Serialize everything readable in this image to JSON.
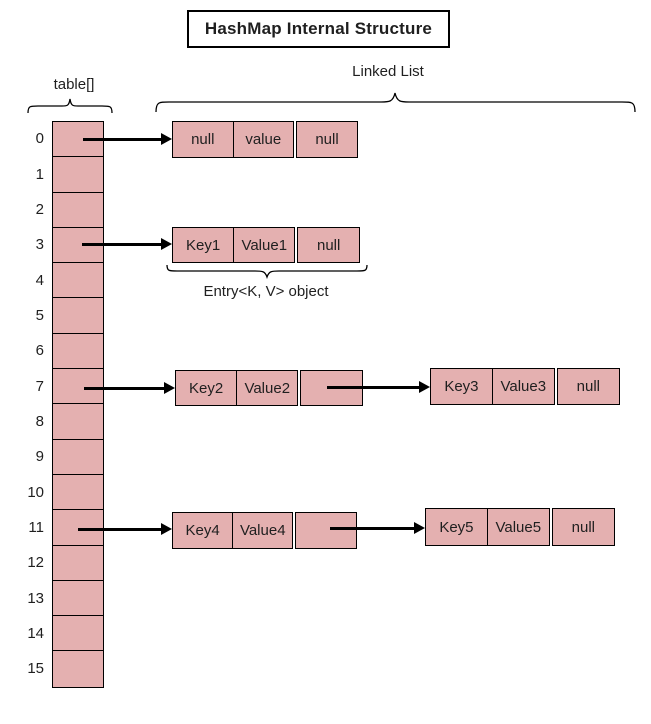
{
  "title": "HashMap Internal Structure",
  "labels": {
    "table": "table[]",
    "linked_list": "Linked List",
    "entry": "Entry<K, V> object"
  },
  "array": {
    "indices": [
      "0",
      "1",
      "2",
      "3",
      "4",
      "5",
      "6",
      "7",
      "8",
      "9",
      "10",
      "11",
      "12",
      "13",
      "14",
      "15"
    ]
  },
  "nodes": [
    {
      "bucket": 0,
      "cells": [
        "null",
        "value",
        "null"
      ]
    },
    {
      "bucket": 3,
      "cells": [
        "Key1",
        "Value1",
        "null"
      ]
    },
    {
      "bucket": 7,
      "cells": [
        "Key2",
        "Value2",
        ""
      ]
    },
    {
      "bucket": 7,
      "cells": [
        "Key3",
        "Value3",
        "null"
      ]
    },
    {
      "bucket": 11,
      "cells": [
        "Key4",
        "Value4",
        ""
      ]
    },
    {
      "bucket": 11,
      "cells": [
        "Key5",
        "Value5",
        "null"
      ]
    }
  ],
  "linked_buckets": [
    0,
    3,
    7,
    11
  ],
  "colors": {
    "cell_fill": "#E4B0B0",
    "border": "#000000",
    "text": "#1F1F1F",
    "background": "#FFFFFF"
  }
}
